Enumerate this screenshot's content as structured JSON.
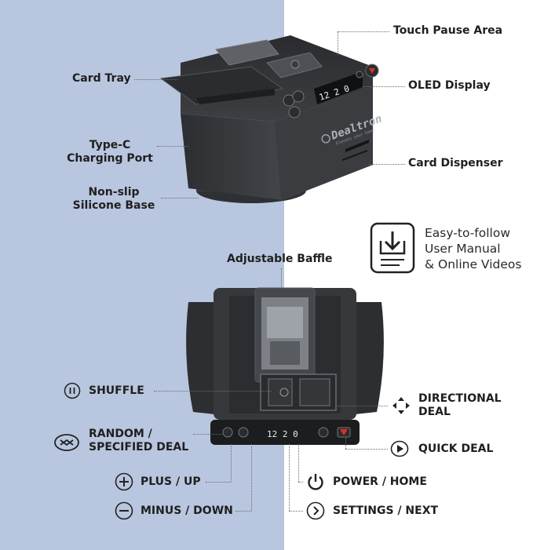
{
  "top_labels": {
    "touch_pause_area": "Touch Pause Area",
    "card_tray": "Card Tray",
    "oled_display": "OLED Display",
    "type_c_line1": "Type-C",
    "type_c_line2": "Charging Port",
    "card_dispenser": "Card Dispenser",
    "base_line1": "Non-slip",
    "base_line2": "Silicone Base"
  },
  "manual": {
    "line1": "Easy-to-follow",
    "line2": "User Manual",
    "line3": "& Online Videos",
    "icon": "manual-download-icon"
  },
  "bottom_labels": {
    "adjustable_baffle": "Adjustable Baffle",
    "shuffle": "SHUFFLE",
    "directional_line1": "DIRECTIONAL",
    "directional_line2": "DEAL",
    "random_line1": "RANDOM /",
    "random_line2": "SPECIFIED DEAL",
    "quick_deal": "QUICK DEAL",
    "plus_up": "PLUS / UP",
    "power_home": "POWER / HOME",
    "minus_down": "MINUS / DOWN",
    "settings_next": "SETTINGS / NEXT"
  },
  "device": {
    "brand": "Dealtron",
    "slogan": "Elevate your Game",
    "display_top": "12 2 0",
    "display_bottom": "12 2 0"
  },
  "colors": {
    "left_bg": "#b9c6df",
    "text": "#1f1f1f",
    "device_dark": "#3b3d40",
    "accent_red": "#d9302c"
  }
}
